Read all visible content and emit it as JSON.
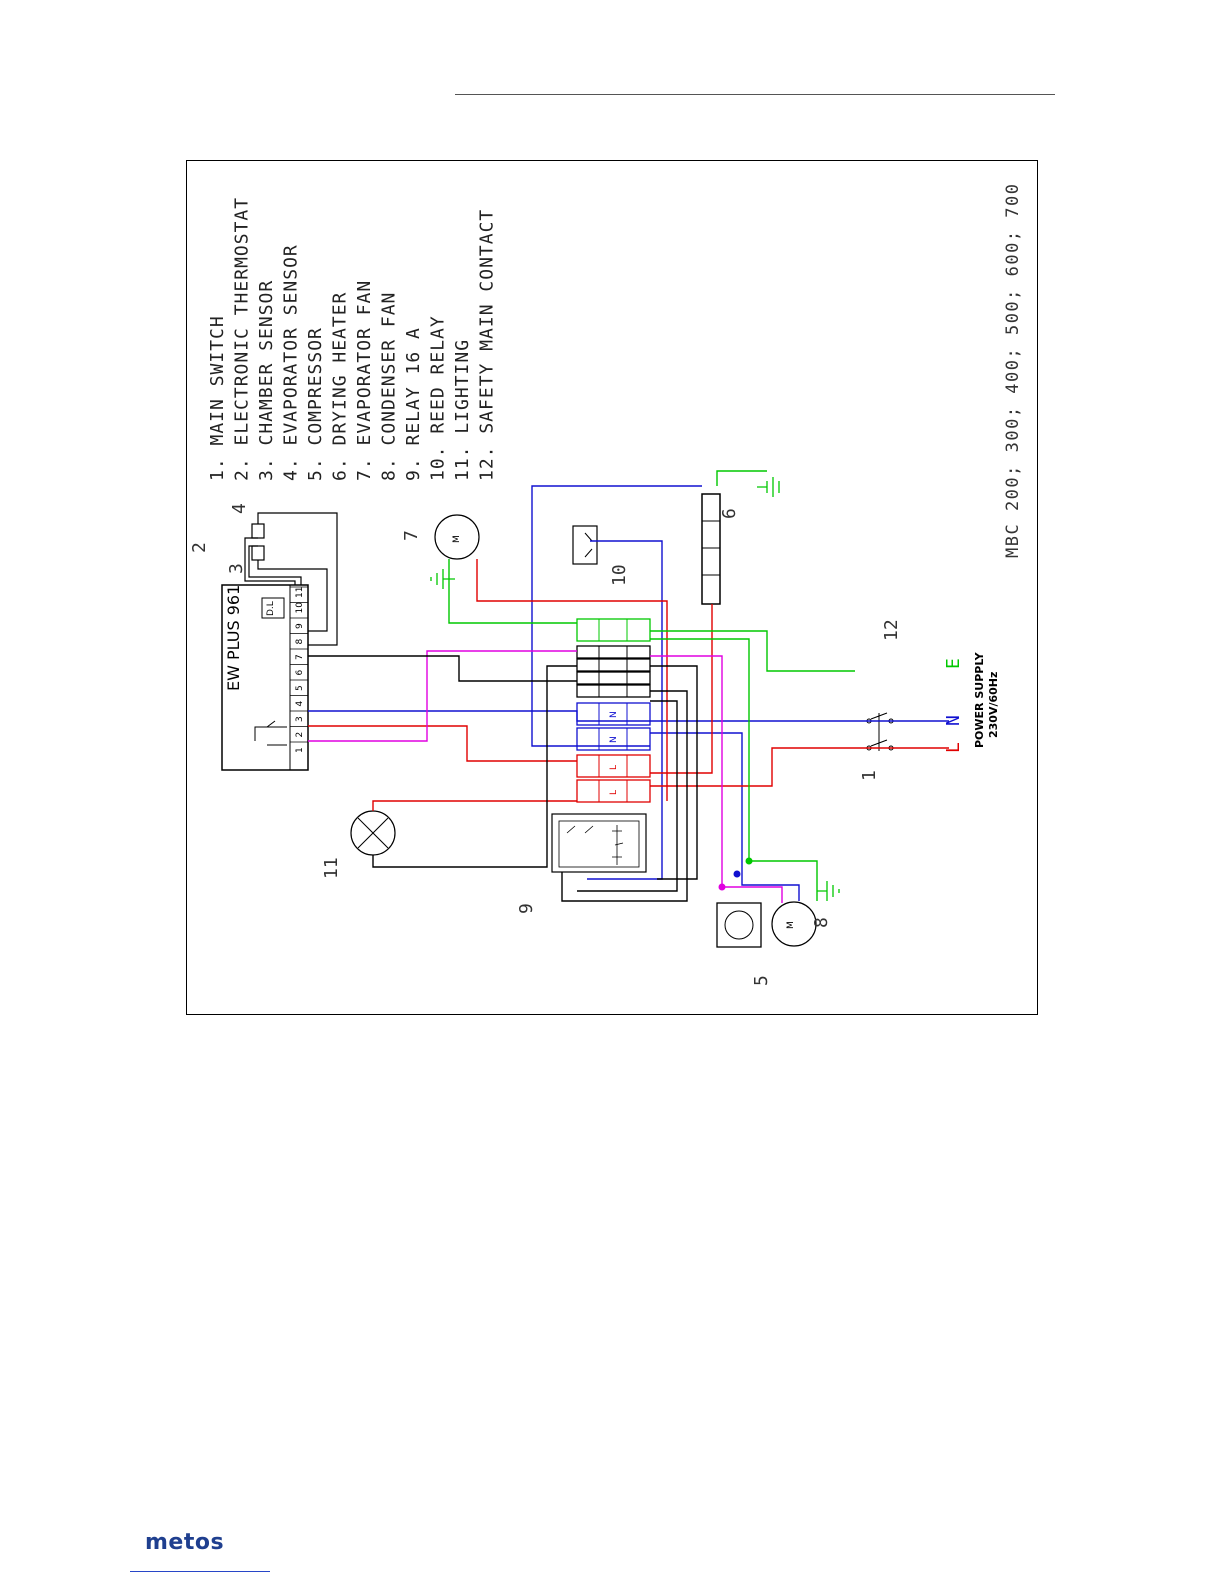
{
  "legend": [
    "1. MAIN SWITCH",
    "2. ELECTRONIC THERMOSTAT",
    "3. CHAMBER SENSOR",
    "4. EVAPORATOR SENSOR",
    "5. COMPRESSOR",
    "6. DRYING HEATER",
    "7. EVAPORATOR FAN",
    "8. CONDENSER FAN",
    "9. RELAY 16 A",
    "10. REED RELAY",
    "11. LIGHTING",
    "12. SAFETY MAIN CONTACT"
  ],
  "model_line": "MBC 200; 300; 400; 500; 600; 700",
  "controller": {
    "name": "EW PLUS 961",
    "terminals": [
      "1",
      "2",
      "3",
      "4",
      "5",
      "6",
      "7",
      "8",
      "9",
      "10",
      "11"
    ],
    "display_label": "D.L"
  },
  "callouts": [
    "1",
    "2",
    "3",
    "4",
    "5",
    "6",
    "7",
    "8",
    "9",
    "10",
    "11",
    "12"
  ],
  "terminal_labels": {
    "neutral": "N",
    "line": "L",
    "earth": "E"
  },
  "power_supply": {
    "line1": "POWER SUPPLY",
    "line2": "230V/60Hz"
  },
  "motor_label": "M",
  "logo_text": "metos",
  "colors": {
    "line": "#e00000",
    "neutral": "#1010d0",
    "earth": "#00c800",
    "magenta": "#e000e0",
    "wire": "#000000"
  }
}
